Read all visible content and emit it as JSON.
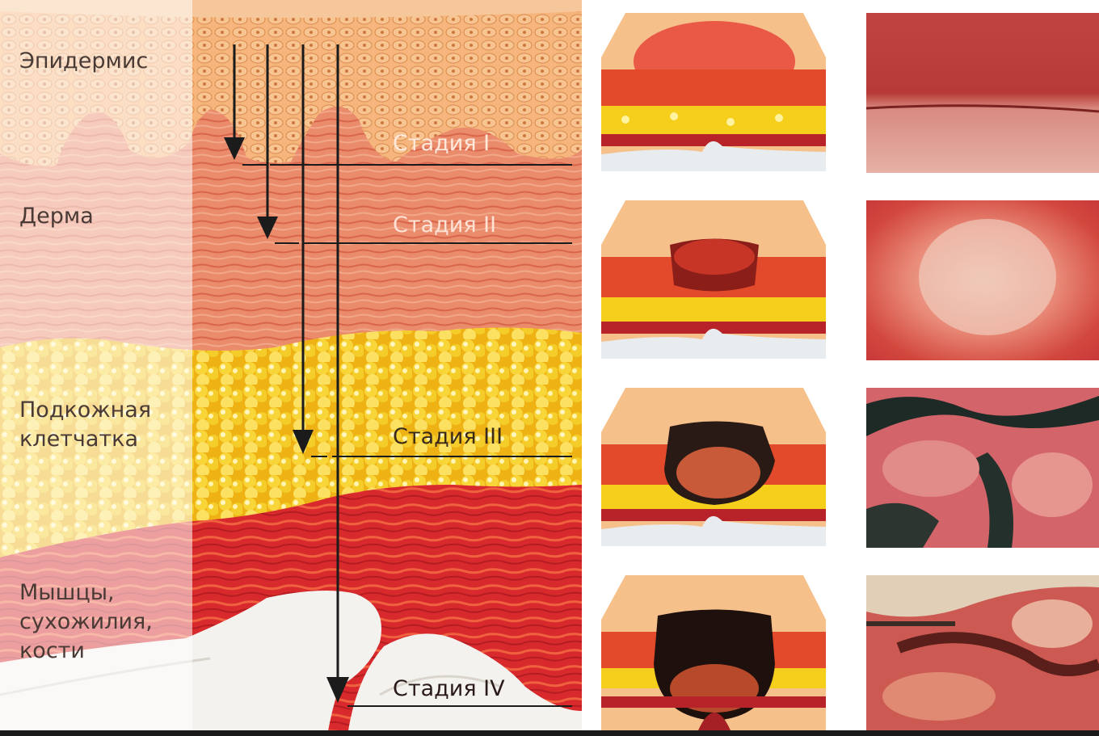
{
  "layers": {
    "epidermis": "Эпидермис",
    "dermis": "Дерма",
    "subcutaneous": "Подкожная\nклетчатка",
    "muscles": "Мышцы,\nсухожилия,\nкости"
  },
  "stages": {
    "stage1": "Стадия I",
    "stage2": "Стадия II",
    "stage3": "Стадия III",
    "stage4": "Стадия IV"
  },
  "colors": {
    "epidermis": "#f3b886",
    "dermis": "#e98769",
    "fat": "#f2c419",
    "muscle": "#d9262b",
    "bone": "#f5f3f0",
    "arrow": "#1b1b1b"
  }
}
